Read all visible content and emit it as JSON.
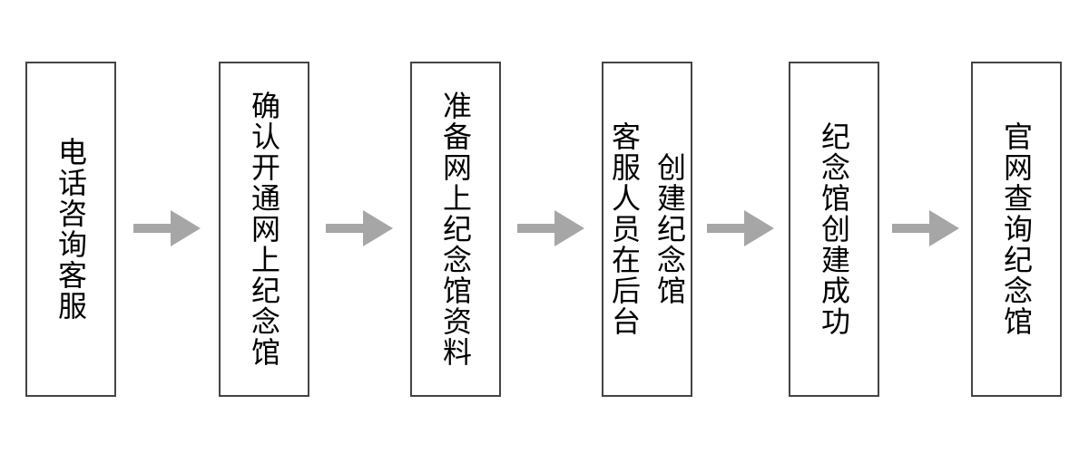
{
  "diagram": {
    "type": "flowchart",
    "direction": "left-to-right",
    "colors": {
      "background": "#ffffff",
      "box_border": "#444444",
      "box_fill": "#ffffff",
      "text": "#000000",
      "arrow": "#a6a6a6"
    },
    "steps": [
      {
        "order": 1,
        "label": "电话咨询客服"
      },
      {
        "order": 2,
        "label": "确认开通网上纪念馆"
      },
      {
        "order": 3,
        "label": "准备网上纪念馆资料"
      },
      {
        "order": 4,
        "label": "客服人员在后台\n创建纪念馆"
      },
      {
        "order": 5,
        "label": "纪念馆创建成功"
      },
      {
        "order": 6,
        "label": "官网查询纪念馆"
      }
    ],
    "connector": "right-arrow"
  }
}
